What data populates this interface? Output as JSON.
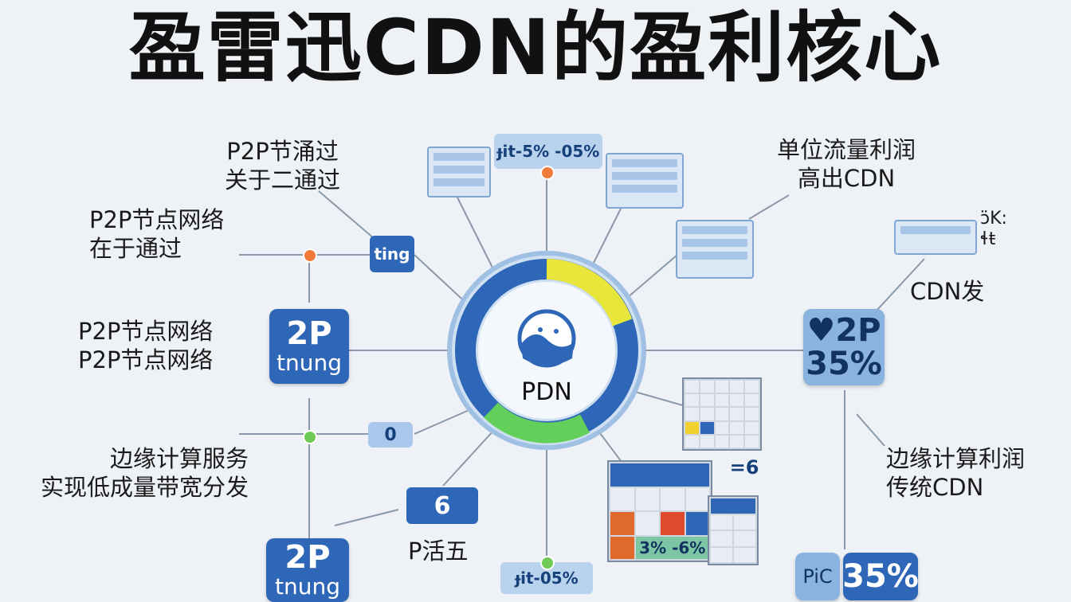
{
  "title": "盈雷迅CDN的盈利核心",
  "center": {
    "label": "PDN"
  },
  "labels": {
    "top_left_1": "P2P节涌过",
    "top_left_2": "关于二通过",
    "left1_1": "P2P节点网络",
    "left1_2": "在于通过",
    "left2_1": "P2P节点网络",
    "left2_2": "P2P节点网络",
    "left3_1": "边缘计算服务",
    "left3_2": "实现低成量带宽分发",
    "right_top_1": "单位流量利润",
    "right_top_2": "高出CDN",
    "right_mid": "CDN发",
    "right_bot_1": "边缘计算利润",
    "right_bot_2": "传统CDN",
    "bottom_center": "P活五",
    "top_badge": "ɟit-5% ‑05%",
    "bottom_badge": "ɟit-05%",
    "small_tag": "ting",
    "pill_num": "6",
    "pill_small": "0",
    "eq6": "=6",
    "grid_pct": "3% -6%",
    "right_corner_1": "ɔ̈K:",
    "right_corner_2": "ɬŧ",
    "pic": "PiC"
  },
  "tiles": {
    "left_mid": {
      "big": "2P",
      "small": "tnung"
    },
    "left_bottom": {
      "big": "2P",
      "small": "tnung"
    },
    "right_mid": {
      "big": "♥2P",
      "small": "35%"
    },
    "right_bottom": {
      "big": "35%"
    }
  },
  "colors": {
    "ring_blue": "#2f67b8",
    "ring_yellow": "#e8e63a",
    "ring_green": "#62d05a",
    "tile_blue": "#2f67b8",
    "dot_orange": "#f07a3a",
    "dot_green": "#6fcb56"
  }
}
